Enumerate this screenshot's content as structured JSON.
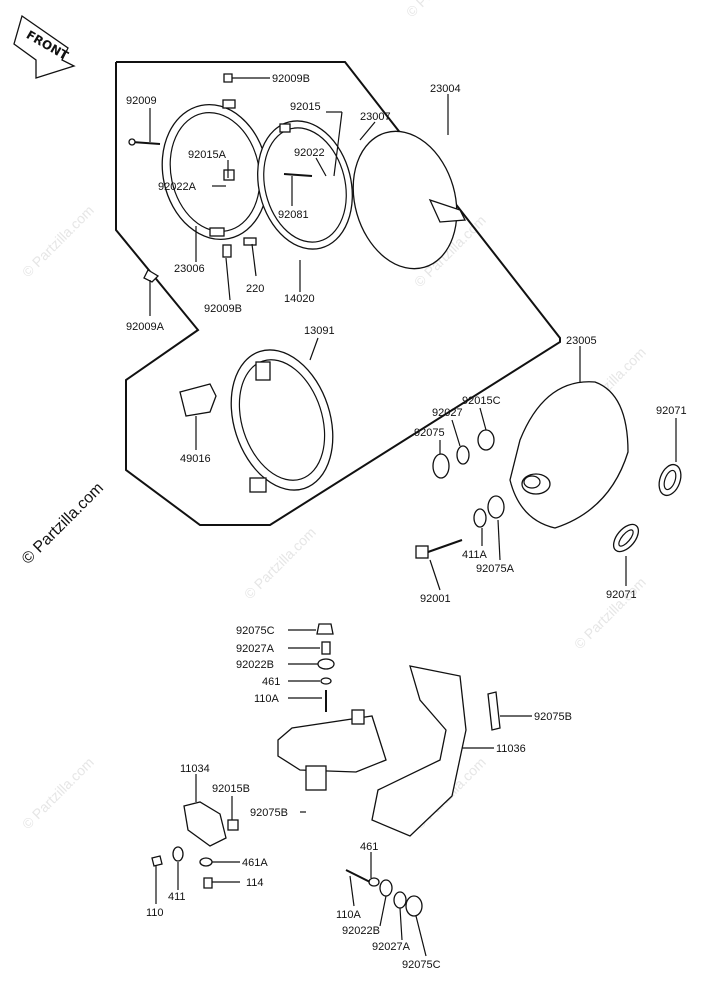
{
  "front_label": "FRONT",
  "watermarks": [
    "© Partzilla.com",
    "© Partzilla.com",
    "© Partzilla.com",
    "© Partzilla.com",
    "© Partzilla.com",
    "© Partzilla.com",
    "© Partzilla.com",
    "© Partzilla.com"
  ],
  "main_watermark": "© Partzilla.com",
  "labels": {
    "l92009B_top": "92009B",
    "l23004": "23004",
    "l92009": "92009",
    "l92015": "92015",
    "l23007": "23007",
    "l92015A": "92015A",
    "l92022": "92022",
    "l92022A": "92022A",
    "l92081": "92081",
    "l23006": "23006",
    "l220": "220",
    "l14020": "14020",
    "l92009A": "92009A",
    "l92009B": "92009B",
    "l13091": "13091",
    "l23005": "23005",
    "l92015C": "92015C",
    "l92027": "92027",
    "l92071_top": "92071",
    "l92075": "92075",
    "l49016": "49016",
    "l411A": "411A",
    "l92075A": "92075A",
    "l92001": "92001",
    "l92071_bot": "92071",
    "l92075C_top": "92075C",
    "l92027A_top": "92027A",
    "l92022B_top": "92022B",
    "l461_top": "461",
    "l110A_top": "110A",
    "l92075B_right": "92075B",
    "l11034": "11034",
    "l92015B": "92015B",
    "l11036": "11036",
    "l92075B_mid": "92075B",
    "l461": "461",
    "l461A": "461A",
    "l114": "114",
    "l110": "110",
    "l411": "411",
    "l110A": "110A",
    "l92022B": "92022B",
    "l92027A": "92027A",
    "l92075C": "92075C"
  }
}
